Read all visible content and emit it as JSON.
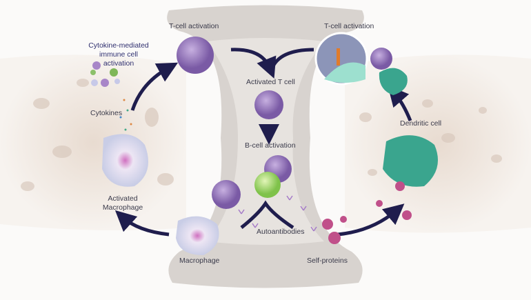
{
  "colors": {
    "arrow": "#1f1d4d",
    "t_cell": "#9b7cc0",
    "b_cell": "#a8d872",
    "dendritic": "#3aa58e",
    "macrophage": "#e4e4f2",
    "self_protein": "#c0508a",
    "tissue": "#e9ddd3",
    "joint": "#cfcac5"
  },
  "labels": {
    "t_cell_activation_left": "T-cell activation",
    "t_cell_activation_right": "T-cell activation",
    "cytokine_mediated": "Cytokine-mediated immune cell activation",
    "activated_t_cell": "Activated T cell",
    "cytokines": "Cytokines",
    "b_cell_activation": "B-cell activation",
    "dendritic_cell": "Dendritic cell",
    "activated_macrophage": "Activated Macrophage",
    "autoantibodies": "Autoantibodies",
    "macrophage": "Macrophage",
    "self_proteins": "Self-proteins"
  }
}
